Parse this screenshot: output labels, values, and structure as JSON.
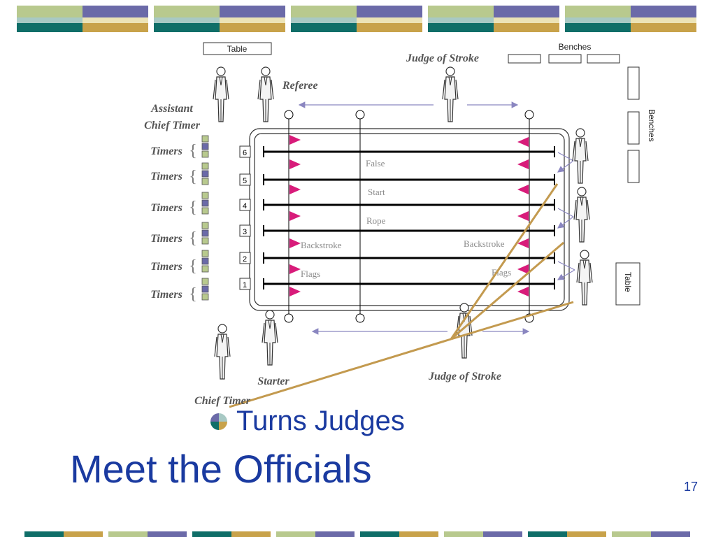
{
  "slide": {
    "title": "Meet the Officials",
    "bullet": "Turns Judges",
    "page_number": "17"
  },
  "colors": {
    "title_blue": "#1a3aa0",
    "teal": "#0f6e68",
    "gold": "#c8a24a",
    "light_green": "#b8c98e",
    "purple": "#6b6aa8",
    "light_teal": "#a8c9c4",
    "cream": "#ece3b6",
    "lane_flag": "#d81b7a",
    "arrow": "#8a86c0",
    "pointer": "#c39a4f"
  },
  "diagram": {
    "labels": {
      "table_top": "Table",
      "benches_top": "Benches",
      "benches_right": "Benches",
      "table_right": "Table",
      "judge_of_stroke_top": "Judge of Stroke",
      "judge_of_stroke_bottom": "Judge of Stroke",
      "referee": "Referee",
      "assistant_chief_timer_line1": "Assistant",
      "assistant_chief_timer_line2": "Chief Timer",
      "starter": "Starter",
      "chief_timer": "Chief Timer",
      "false_start_line1": "False",
      "false_start_line2": "Start",
      "false_start_line3": "Rope",
      "backstroke_left": "Backstroke",
      "flags_left": "Flags",
      "backstroke_right": "Backstroke",
      "flags_right": "Flags"
    },
    "timers": [
      "Timers",
      "Timers",
      "Timers",
      "Timers",
      "Timers",
      "Timers"
    ],
    "lanes": [
      "6",
      "5",
      "4",
      "3",
      "2",
      "1"
    ]
  }
}
